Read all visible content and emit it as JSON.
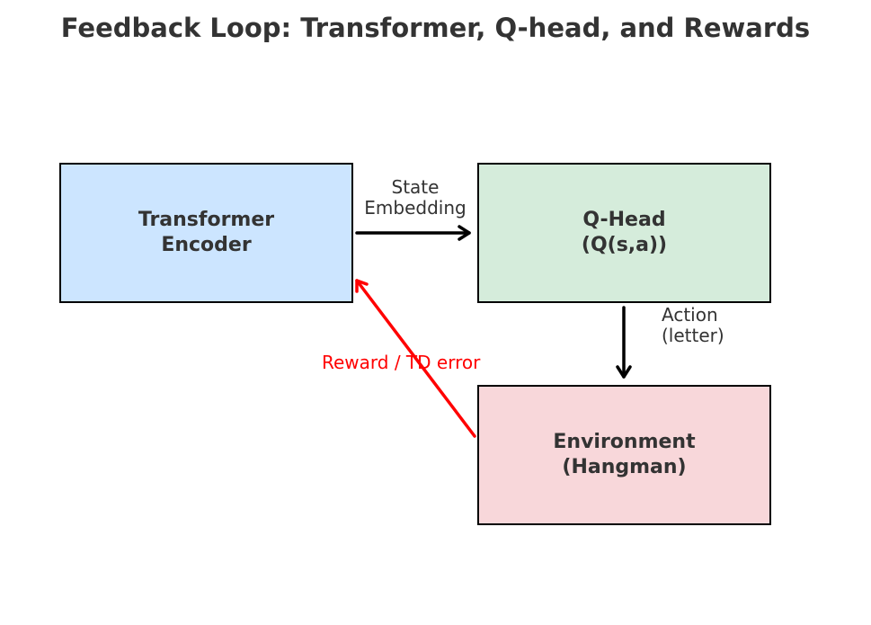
{
  "title": "Feedback Loop: Transformer, Q-head, and Rewards",
  "colors": {
    "transformer_fill": "#cce5ff",
    "qhead_fill": "#d5ecdb",
    "environment_fill": "#f8d7da",
    "border": "#000000",
    "text": "#333333",
    "arrow": "#000000",
    "feedback_arrow": "#ff0000"
  },
  "nodes": {
    "transformer": {
      "lines": [
        "Transformer",
        "Encoder"
      ]
    },
    "qhead": {
      "lines": [
        "Q-Head",
        "(Q(s,a))"
      ]
    },
    "environment": {
      "lines": [
        "Environment",
        "(Hangman)"
      ]
    }
  },
  "edges": {
    "state": {
      "lines": [
        "State",
        "Embedding"
      ]
    },
    "action": {
      "lines": [
        "Action",
        "(letter)"
      ]
    },
    "reward": {
      "text": "Reward / TD error"
    }
  }
}
